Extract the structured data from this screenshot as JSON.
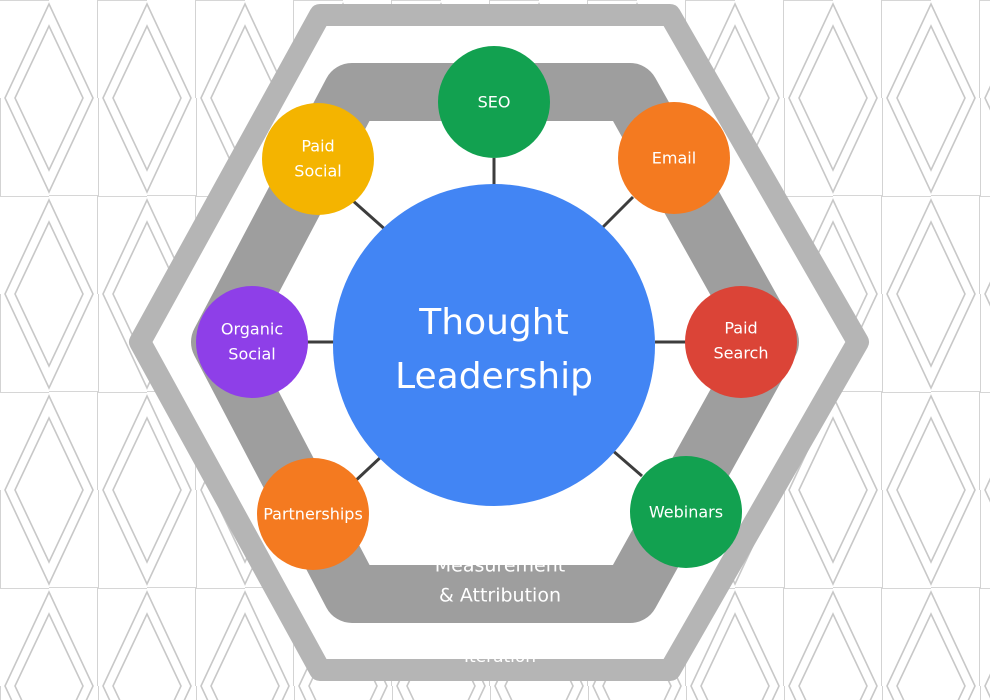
{
  "center": {
    "line1": "Thought",
    "line2": "Leadership",
    "color": "#4285F4"
  },
  "inner_band": {
    "line1": "Measurement",
    "line2": "& Attribution",
    "color": "#9e9e9e"
  },
  "outer_band": {
    "label": "Iteration",
    "color": "#b5b5b5"
  },
  "channels": {
    "seo": {
      "line1": "SEO",
      "line2": "",
      "color": "#12A150"
    },
    "email": {
      "line1": "Email",
      "line2": "",
      "color": "#F47A20"
    },
    "paid_search": {
      "line1": "Paid",
      "line2": "Search",
      "color": "#DB4437"
    },
    "webinars": {
      "line1": "Webinars",
      "line2": "",
      "color": "#12A150"
    },
    "partnerships": {
      "line1": "Partnerships",
      "line2": "",
      "color": "#F47A20"
    },
    "organic_social": {
      "line1": "Organic",
      "line2": "Social",
      "color": "#8E3FE8"
    },
    "paid_social": {
      "line1": "Paid",
      "line2": "Social",
      "color": "#F4B400"
    }
  },
  "connector_color": "#3d3d3d",
  "background_pattern_color": "#c8c8c8"
}
